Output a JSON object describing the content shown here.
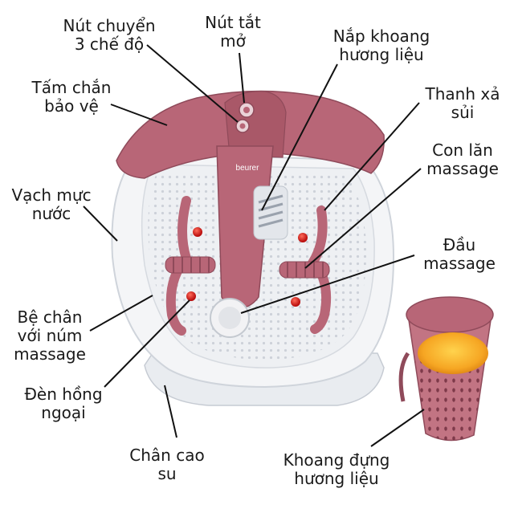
{
  "colors": {
    "rose": "#b86677",
    "rose_dark": "#8f4a5a",
    "rose_light": "#d08a99",
    "tub_white": "#f4f5f7",
    "tub_shade": "#d9dde3",
    "light_red": "#d81818",
    "salt": "#f6a623"
  },
  "brand": "beurer",
  "labels": {
    "mode_button": "Nút chuyển\n3 chế độ",
    "power_button": "Nút tắt\nmở",
    "aroma_lid": "Nắp khoang\nhương liệu",
    "bubble_bar": "Thanh xả\nsủi",
    "massage_roller": "Con lăn\nmassage",
    "massage_head": "Đầu\nmassage",
    "aroma_compartment": "Khoang đựng\nhương liệu",
    "rubber_feet": "Chân cao\nsu",
    "infrared_light": "Đèn hồng\nngoại",
    "foot_rest": "Bệ chân\nvới núm\nmassage",
    "water_line": "Vạch mực\nnước",
    "splash_guard": "Tấm chắn\nbảo vệ"
  }
}
